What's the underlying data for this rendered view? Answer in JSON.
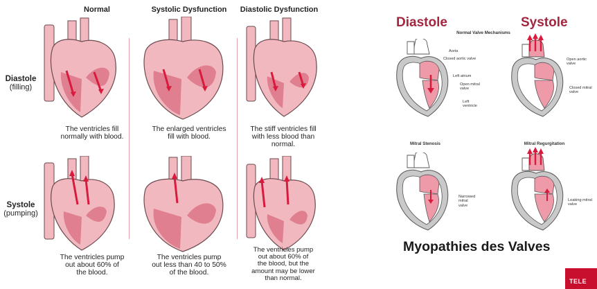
{
  "left_panel": {
    "columns": [
      "Normal",
      "Systolic Dysfunction",
      "Diastolic Dysfunction"
    ],
    "rows": [
      {
        "name": "Diastole",
        "sub": "(filling)"
      },
      {
        "name": "Systole",
        "sub": "(pumping)"
      }
    ],
    "captions_diastole": [
      "The ventricles fill\nnormally with blood.",
      "The enlarged ventricles\nfill with blood.",
      "The stiff ventricles fill\nwith less blood than\nnormal."
    ],
    "captions_systole": [
      "The ventricles pump\nout about 60% of\nthe blood.",
      "The ventricles pump\nout less than 40 to 50%\nof the blood.",
      "The ventricles pump\nout about 60% of\nthe blood, but the\namount may be lower\nthan normal."
    ]
  },
  "right_panel": {
    "title_diastole": "Diastole",
    "title_systole": "Systole",
    "normal_caption": "Normal Valve Mechanisms",
    "labels_diastole": [
      "Aorta",
      "Closed aortic valve",
      "Left atrium",
      "Open mitral\nvalve",
      "Left\nventricle"
    ],
    "labels_systole": [
      "Open aortic\nvalve",
      "Closed mitral\nvalve"
    ],
    "stenosis_caption": "Mitral Stenosis",
    "regurgitation_caption": "Mitral Regurgitation",
    "stenosis_label": "Narrowed\nmitral\nvalve",
    "regurgitation_label": "Leaking mitral\nvalve",
    "bottom_title": "Myopathies des Valves",
    "logo_text": "TELE"
  },
  "colors": {
    "heart": "#f2b8c0",
    "heart_dark": "#e07f8f",
    "arrow": "#d81b3c",
    "title": "#a3263f",
    "separator": "#e9a4ab",
    "logo": "#c8102e"
  }
}
